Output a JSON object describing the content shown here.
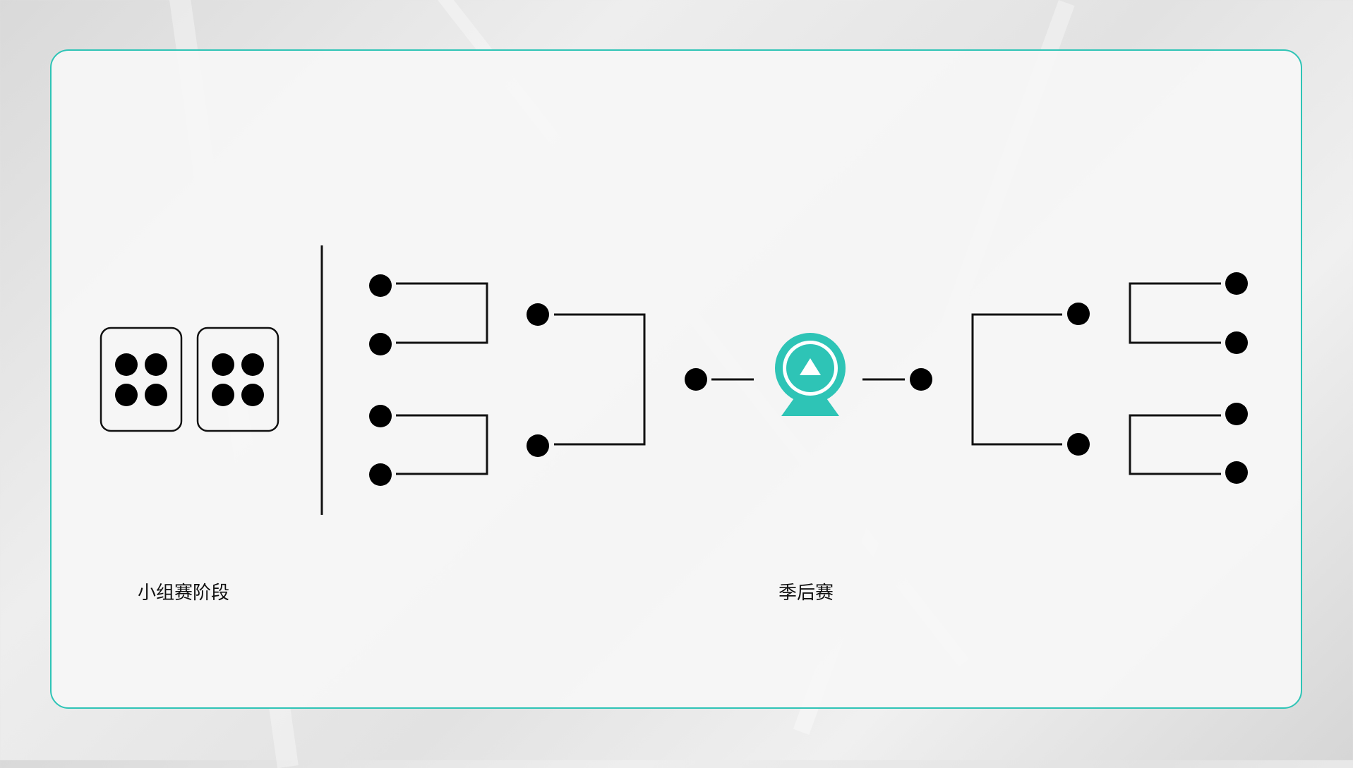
{
  "labels": {
    "group_stage": "小组赛阶段",
    "playoffs": "季后赛"
  },
  "colors": {
    "accent": "#2ec4b6",
    "node": "#000000",
    "line": "#111111"
  },
  "icons": {
    "group_dice": "dice-four-icon",
    "trophy": "trophy-medal-icon"
  },
  "bracket": {
    "group_boxes": 2,
    "first_round_entrants_per_side": 4,
    "semifinal_entrants_per_side": 2,
    "final_entrants": 2
  }
}
